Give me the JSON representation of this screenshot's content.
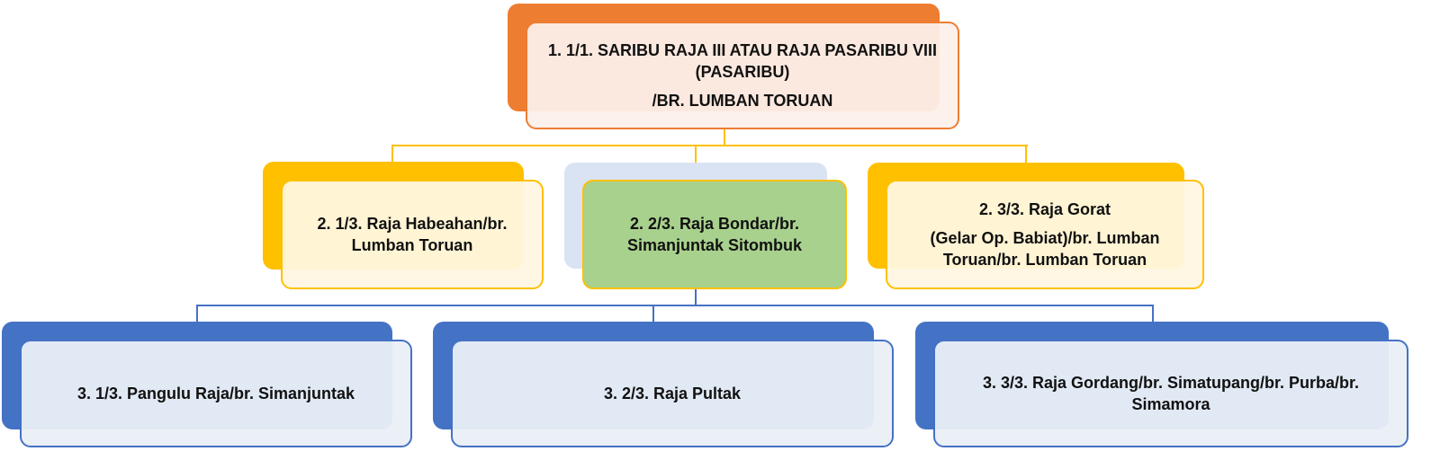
{
  "colors": {
    "level1": "#ed7d31",
    "level2": "#ffc000",
    "level3": "#4472c4",
    "highlight": "#a9d18e"
  },
  "root": {
    "lines": [
      "1. 1/1. SARIBU RAJA III ATAU RAJA PASARIBU VIII",
      "(PASARIBU)",
      "/BR. LUMBAN TORUAN"
    ]
  },
  "level2": [
    {
      "lines": [
        "2. 1/3. Raja Habeahan/br.",
        "Lumban Toruan"
      ]
    },
    {
      "lines": [
        "2. 2/3. Raja Bondar/br.",
        "Simanjuntak Sitombuk"
      ]
    },
    {
      "lines": [
        "2. 3/3. Raja Gorat",
        "(Gelar Op. Babiat)/br. Lumban",
        "Toruan/br. Lumban Toruan"
      ]
    }
  ],
  "level3": [
    {
      "lines": [
        "3. 1/3. Pangulu Raja/br. Simanjuntak"
      ]
    },
    {
      "lines": [
        "3. 2/3. Raja Pultak"
      ]
    },
    {
      "lines": [
        "3. 3/3. Raja Gordang/br. Simatupang/br. Purba/br.",
        "Simamora"
      ]
    }
  ]
}
